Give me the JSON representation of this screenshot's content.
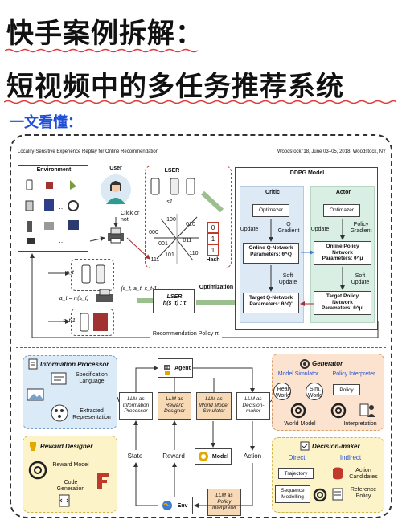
{
  "header": {
    "title_line1": "快手案例拆解：",
    "title_line2": "短视频中的多任务推荐系统",
    "subtitle": "一文看懂："
  },
  "paper": {
    "running_title": "Locality-Sensitive Experience Replay for Online Recommendation",
    "venue": "Woodstock '18, June 03–05, 2018, Woodstock, NY"
  },
  "diagram1": {
    "environment": "Environment",
    "user": "User",
    "click_or_not": "Click\nor not",
    "lser": "LSER",
    "hash": "Hash",
    "hash_bits": [
      "0",
      "1",
      "1"
    ],
    "s1_label": "s1",
    "codes": [
      "000",
      "001",
      "010",
      "011",
      "100",
      "101",
      "110",
      "111"
    ],
    "optimization": "Optimization",
    "lser_func": "LSER\nh(s_t) : τ",
    "policy_eq": "a_t = π(s_t)",
    "tuple": "(s_t, a_t, s_t-1)",
    "st": "s_t",
    "st1": "s_t-1",
    "rec_policy": "Recommendation Policy π",
    "ddpg": "DDPG Model",
    "critic": {
      "title": "Critic",
      "optimizer": "Optimazer",
      "update": "Update",
      "q_gradient": "Q\nGradient",
      "online": "Online Q-Network\nParameters: θ^Q",
      "soft_update": "Soft\nUpdate",
      "target": "Target Q-Network\nParameters: θ^Q'"
    },
    "actor": {
      "title": "Actor",
      "optimizer": "Optimazer",
      "update": "Update",
      "policy_gradient": "Policy\nGradient",
      "online": "Online Policy\nNetwork\nParameters: θ^μ",
      "soft_update": "Soft\nUpdate",
      "target": "Target Policy\nNetwork\nParameters: θ^μ'"
    }
  },
  "diagram2": {
    "info_processor": {
      "title": "Information Processor",
      "spec": "Specification\nLanguage",
      "extracted": "Extracted\nRepresentation"
    },
    "reward_designer": {
      "title": "Reward Designer",
      "reward_model": "Reward Model",
      "code_generation": "Code\nGeneration"
    },
    "generator": {
      "title": "Generator",
      "model_simulator": "Model Simulator",
      "policy_interpreter": "Policy Interpreter",
      "real_world": "Real\nWorld",
      "sim_world": "Sim.\nWorld",
      "world_model": "World Model",
      "policy": "Policy",
      "interpretation": "Interpretation"
    },
    "decision_maker": {
      "title": "Decision-maker",
      "direct": "Direct",
      "indirect": "Indirect",
      "trajectory": "Trajectory",
      "action_candidates": "Action\nCandidates",
      "sequence_modelling": "Sequence\nModelling",
      "reference_policy": "Reference\nPolicy"
    },
    "agent": "Agent",
    "llm_info": "LLM as\nInformation\nProcessor",
    "llm_reward": "LLM as\nReward\nDesigner",
    "llm_world": "LLM as\nWorld Model\nSimulator",
    "llm_decision": "LLM as\nDecision-\nmaker",
    "state": "State",
    "reward": "Reward",
    "model": "Model",
    "action": "Action",
    "env": "Env",
    "llm_policy": "LLM as\nPolicy\nInterpreter"
  },
  "colors": {
    "accent_blue": "#1f4fd8",
    "squiggle_red": "#e03a3a",
    "blue_panel": "#dbeaf7",
    "yellow_panel": "#fdf3c8",
    "orange_panel": "#fbe3cf",
    "green_panel": "#d9efd5",
    "llm_orange": "#f8d9b5"
  }
}
